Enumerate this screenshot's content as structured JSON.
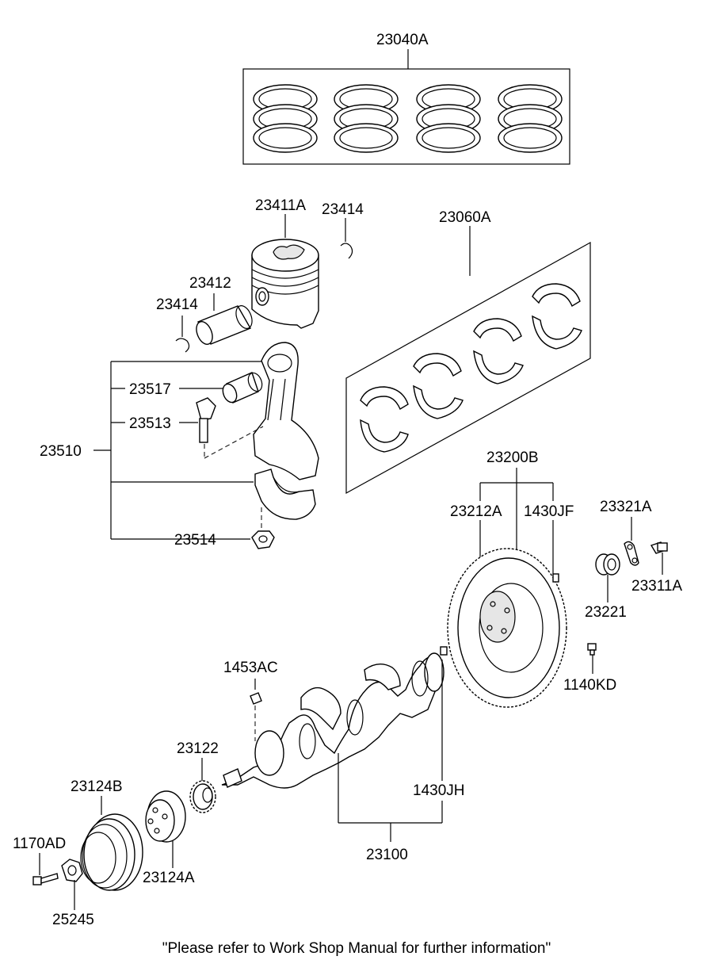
{
  "labels": {
    "piston_ring_set": "23040A",
    "piston": "23411A",
    "snap_ring_top": "23414",
    "piston_pin": "23412",
    "snap_ring_left": "23414",
    "bearing_set": "23060A",
    "small_end_bushing": "23517",
    "con_rod_bolt": "23513",
    "con_rod_assy": "23510",
    "con_rod_nut": "23514",
    "flywheel_assy": "23200B",
    "flywheel": "23212A",
    "flywheel_pin": "1430JF",
    "plate": "23321A",
    "pilot_bearing": "23221",
    "plate_bolt": "23311A",
    "flywheel_bolt": "1140KD",
    "woodruff_key": "1453AC",
    "crank_sprocket": "23122",
    "pulley": "23124B",
    "damper_hub": "23124A",
    "pulley_bolt": "1170AD",
    "pulley_nut": "25245",
    "crank_pin": "1430JH",
    "crankshaft": "23100"
  },
  "footer_note": "\"Please refer to Work Shop Manual for further information\""
}
